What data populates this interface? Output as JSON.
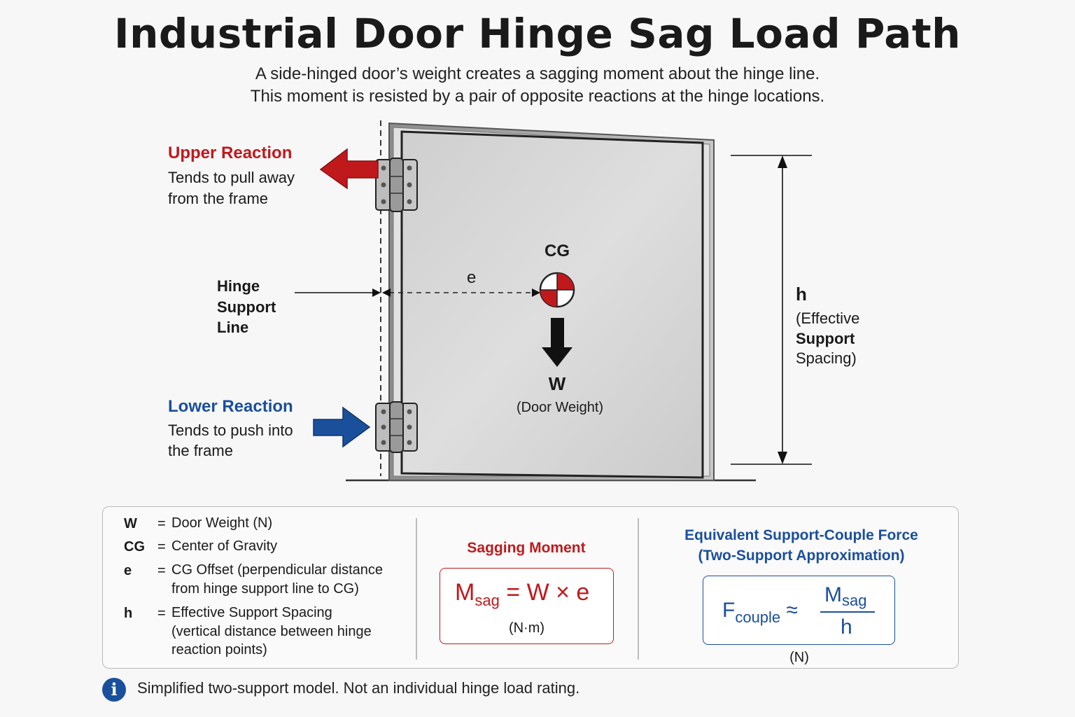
{
  "title": "Industrial Door Hinge Sag Load Path",
  "subtitle_line1": "A side-hinged door’s weight creates a sagging moment about the hinge line.",
  "subtitle_line2": "This moment is resisted by a pair of opposite reactions at the hinge locations.",
  "upper_reaction": {
    "heading": "Upper Reaction",
    "line1": "Tends to pull away",
    "line2": "from the frame",
    "color": "#c0191c"
  },
  "lower_reaction": {
    "heading": "Lower Reaction",
    "line1": "Tends to push into",
    "line2": "the frame",
    "color": "#1a4f9c"
  },
  "hinge_line": {
    "line1": "Hinge",
    "line2": "Support",
    "line3": "Line"
  },
  "offset_label": "e",
  "cg_label": "CG",
  "weight": {
    "symbol": "W",
    "description": "(Door Weight)"
  },
  "height_dim": {
    "symbol": "h",
    "line1": "(Effective",
    "line2": "Support",
    "line3": "Spacing)"
  },
  "definitions": [
    {
      "symbol": "W",
      "eq": "=",
      "text1": "Door Weight (N)",
      "text2": "",
      "text3": ""
    },
    {
      "symbol": "CG",
      "eq": "=",
      "text1": "Center of Gravity",
      "text2": "",
      "text3": ""
    },
    {
      "symbol": "e",
      "eq": "=",
      "text1": "CG Offset (perpendicular distance",
      "text2": "from hinge support line to CG)",
      "text3": ""
    },
    {
      "symbol": "h",
      "eq": "=",
      "text1": "Effective Support Spacing",
      "text2": "(vertical distance between hinge",
      "text3": "reaction points)"
    }
  ],
  "sagging_moment": {
    "heading": "Sagging Moment",
    "lhs_main": "M",
    "lhs_sub": "sag",
    "rhs": "= W × e",
    "unit": "(N·m)"
  },
  "couple_force": {
    "heading1": "Equivalent Support-Couple Force",
    "heading2": "(Two-Support Approximation)",
    "lhs_main": "F",
    "lhs_sub": "couple",
    "approx": "≈",
    "num_main": "M",
    "num_sub": "sag",
    "den": "h",
    "unit": "(N)"
  },
  "note": "Simplified two-support model. Not an individual hinge load rating.",
  "icons": {
    "info": "info-icon",
    "cg": "cg-target-icon"
  },
  "colors": {
    "red": "#c0191c",
    "blue": "#1a4f9c",
    "door": "#d9d9d9"
  }
}
